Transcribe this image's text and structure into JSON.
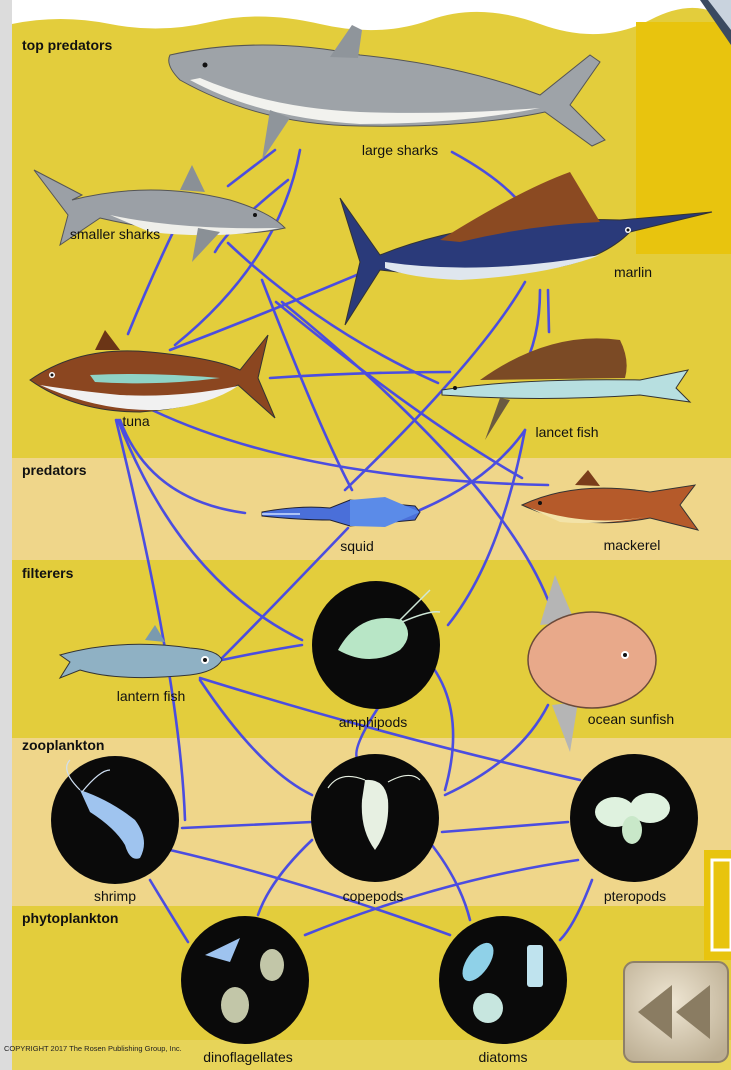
{
  "bands": {
    "top_predators": "top predators",
    "predators": "predators",
    "filterers": "filterers",
    "zooplankton": "zooplankton",
    "phytoplankton": "phytoplankton"
  },
  "organisms": {
    "large_sharks": "large sharks",
    "smaller_sharks": "smaller sharks",
    "marlin": "marlin",
    "tuna": "tuna",
    "lancet_fish": "lancet fish",
    "squid": "squid",
    "mackerel": "mackerel",
    "lantern_fish": "lantern fish",
    "amphipods": "amphipods",
    "ocean_sunfish": "ocean sunfish",
    "shrimp": "shrimp",
    "copepods": "copepods",
    "pteropods": "pteropods",
    "dinoflagellates": "dinoflagellates",
    "diatoms": "diatoms"
  },
  "copyright": "COPYRIGHT 2017 The Rosen Publishing Group, Inc.",
  "colors": {
    "band_dark": "#e3cd3c",
    "band_light": "#efd68a",
    "link": "#4b4de0",
    "circle": "#0a0a0a"
  },
  "icons": {
    "rewind": "rewind-icon"
  }
}
